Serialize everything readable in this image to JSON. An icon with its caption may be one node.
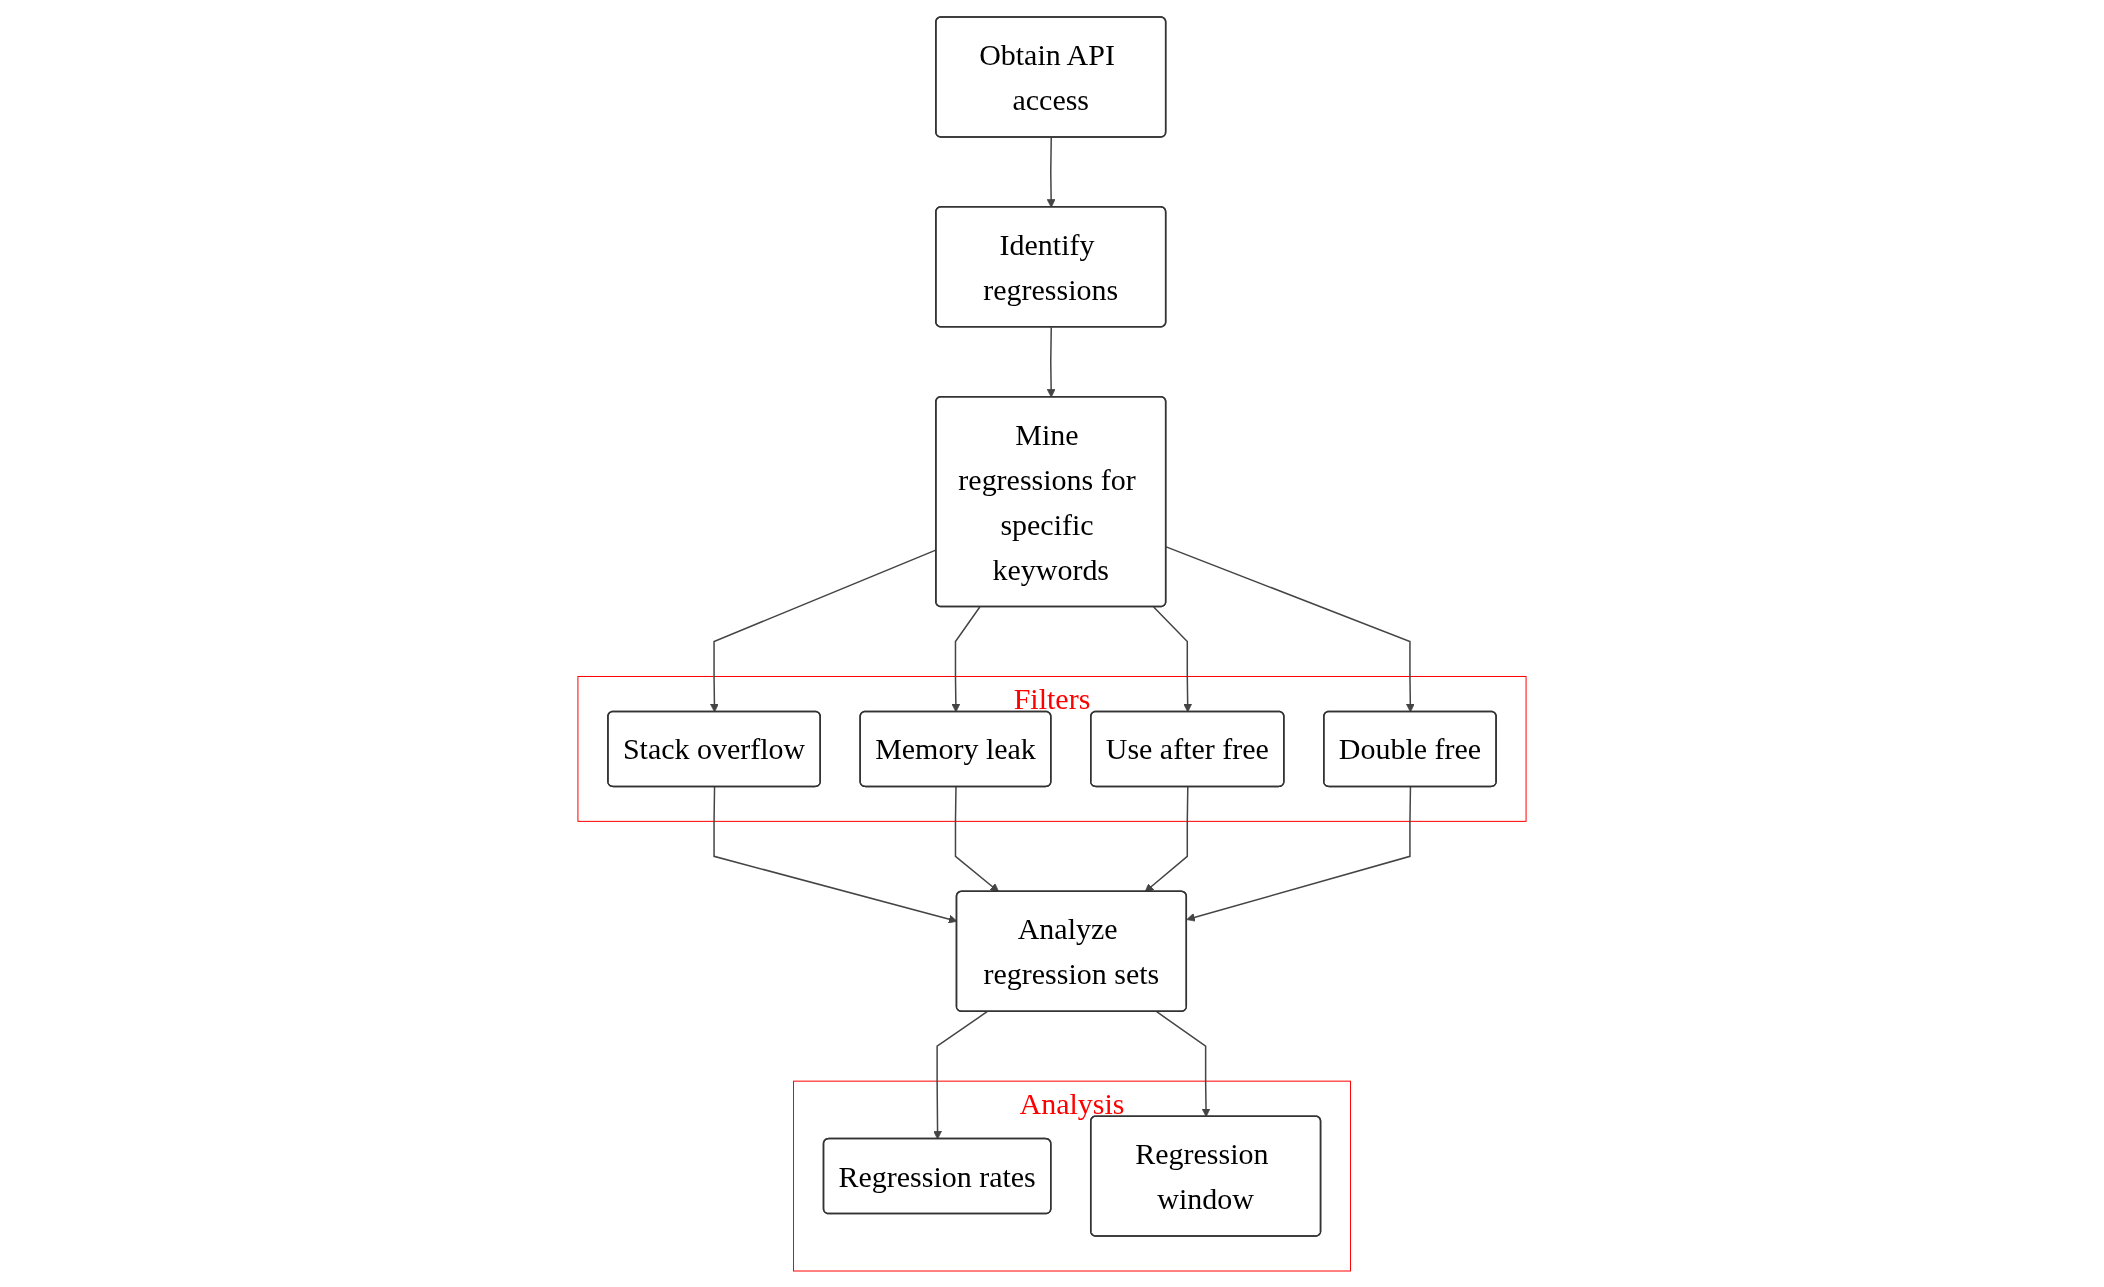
{
  "diagram": {
    "nodes": [
      {
        "text": [
          "Obtain API access"
        ]
      },
      {
        "text": [
          "Identify regressions"
        ]
      },
      {
        "text": [
          "Mine regressions for specific keywords"
        ]
      },
      {
        "text": [
          "Filters"
        ]
      },
      {
        "text": [
          "Stack overflow"
        ],
        "in": 3
      },
      {
        "text": [
          "Memory leak"
        ],
        "in": 3
      },
      {
        "text": [
          "Use after free"
        ],
        "in": 3
      },
      {
        "text": [
          "Double free"
        ],
        "in": 3
      },
      {
        "text": [
          "Analyze regression sets"
        ]
      },
      {
        "text": [
          "Analysis"
        ]
      },
      {
        "text": [
          "Regression rates"
        ],
        "in": 9
      },
      {
        "text": [
          "Regression window"
        ],
        "in": 9
      }
    ],
    "edges": [
      {
        "from": 0,
        "to": 1,
        "arrow": "to"
      },
      {
        "from": 1,
        "to": 2,
        "arrow": "to"
      },
      {
        "from": 2,
        "to": 4,
        "arrow": "to"
      },
      {
        "from": 2,
        "to": 5,
        "arrow": "to"
      },
      {
        "from": 2,
        "to": 6,
        "arrow": "to"
      },
      {
        "from": 2,
        "to": 7,
        "arrow": "to"
      },
      {
        "from": 4,
        "to": 8,
        "arrow": "to"
      },
      {
        "from": 5,
        "to": 8,
        "arrow": "to"
      },
      {
        "from": 6,
        "to": 8,
        "arrow": "to"
      },
      {
        "from": 7,
        "to": 8,
        "arrow": "to"
      },
      {
        "from": 8,
        "to": 10,
        "arrow": "to"
      },
      {
        "from": 8,
        "to": 11,
        "arrow": "to"
      }
    ]
  }
}
